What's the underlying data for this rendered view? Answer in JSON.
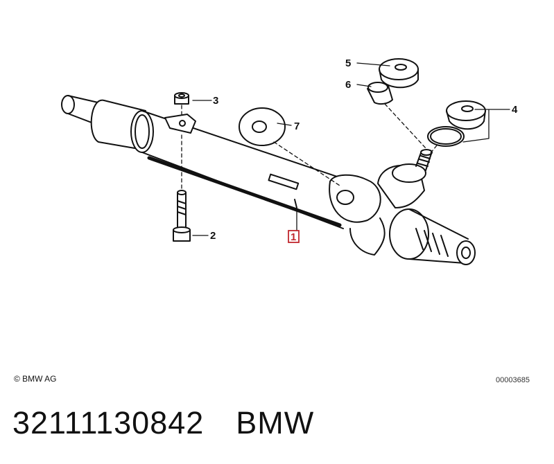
{
  "diagram": {
    "callouts": [
      {
        "id": "1",
        "label": "1",
        "highlighted": true
      },
      {
        "id": "2",
        "label": "2"
      },
      {
        "id": "3",
        "label": "3"
      },
      {
        "id": "4",
        "label": "4"
      },
      {
        "id": "5",
        "label": "5"
      },
      {
        "id": "6",
        "label": "6"
      },
      {
        "id": "7",
        "label": "7"
      }
    ],
    "highlight_color": "#c0272d",
    "copyright": "© BMW AG",
    "doc_number": "00003685"
  },
  "footer": {
    "part_number": "32111130842",
    "brand": "BMW"
  }
}
